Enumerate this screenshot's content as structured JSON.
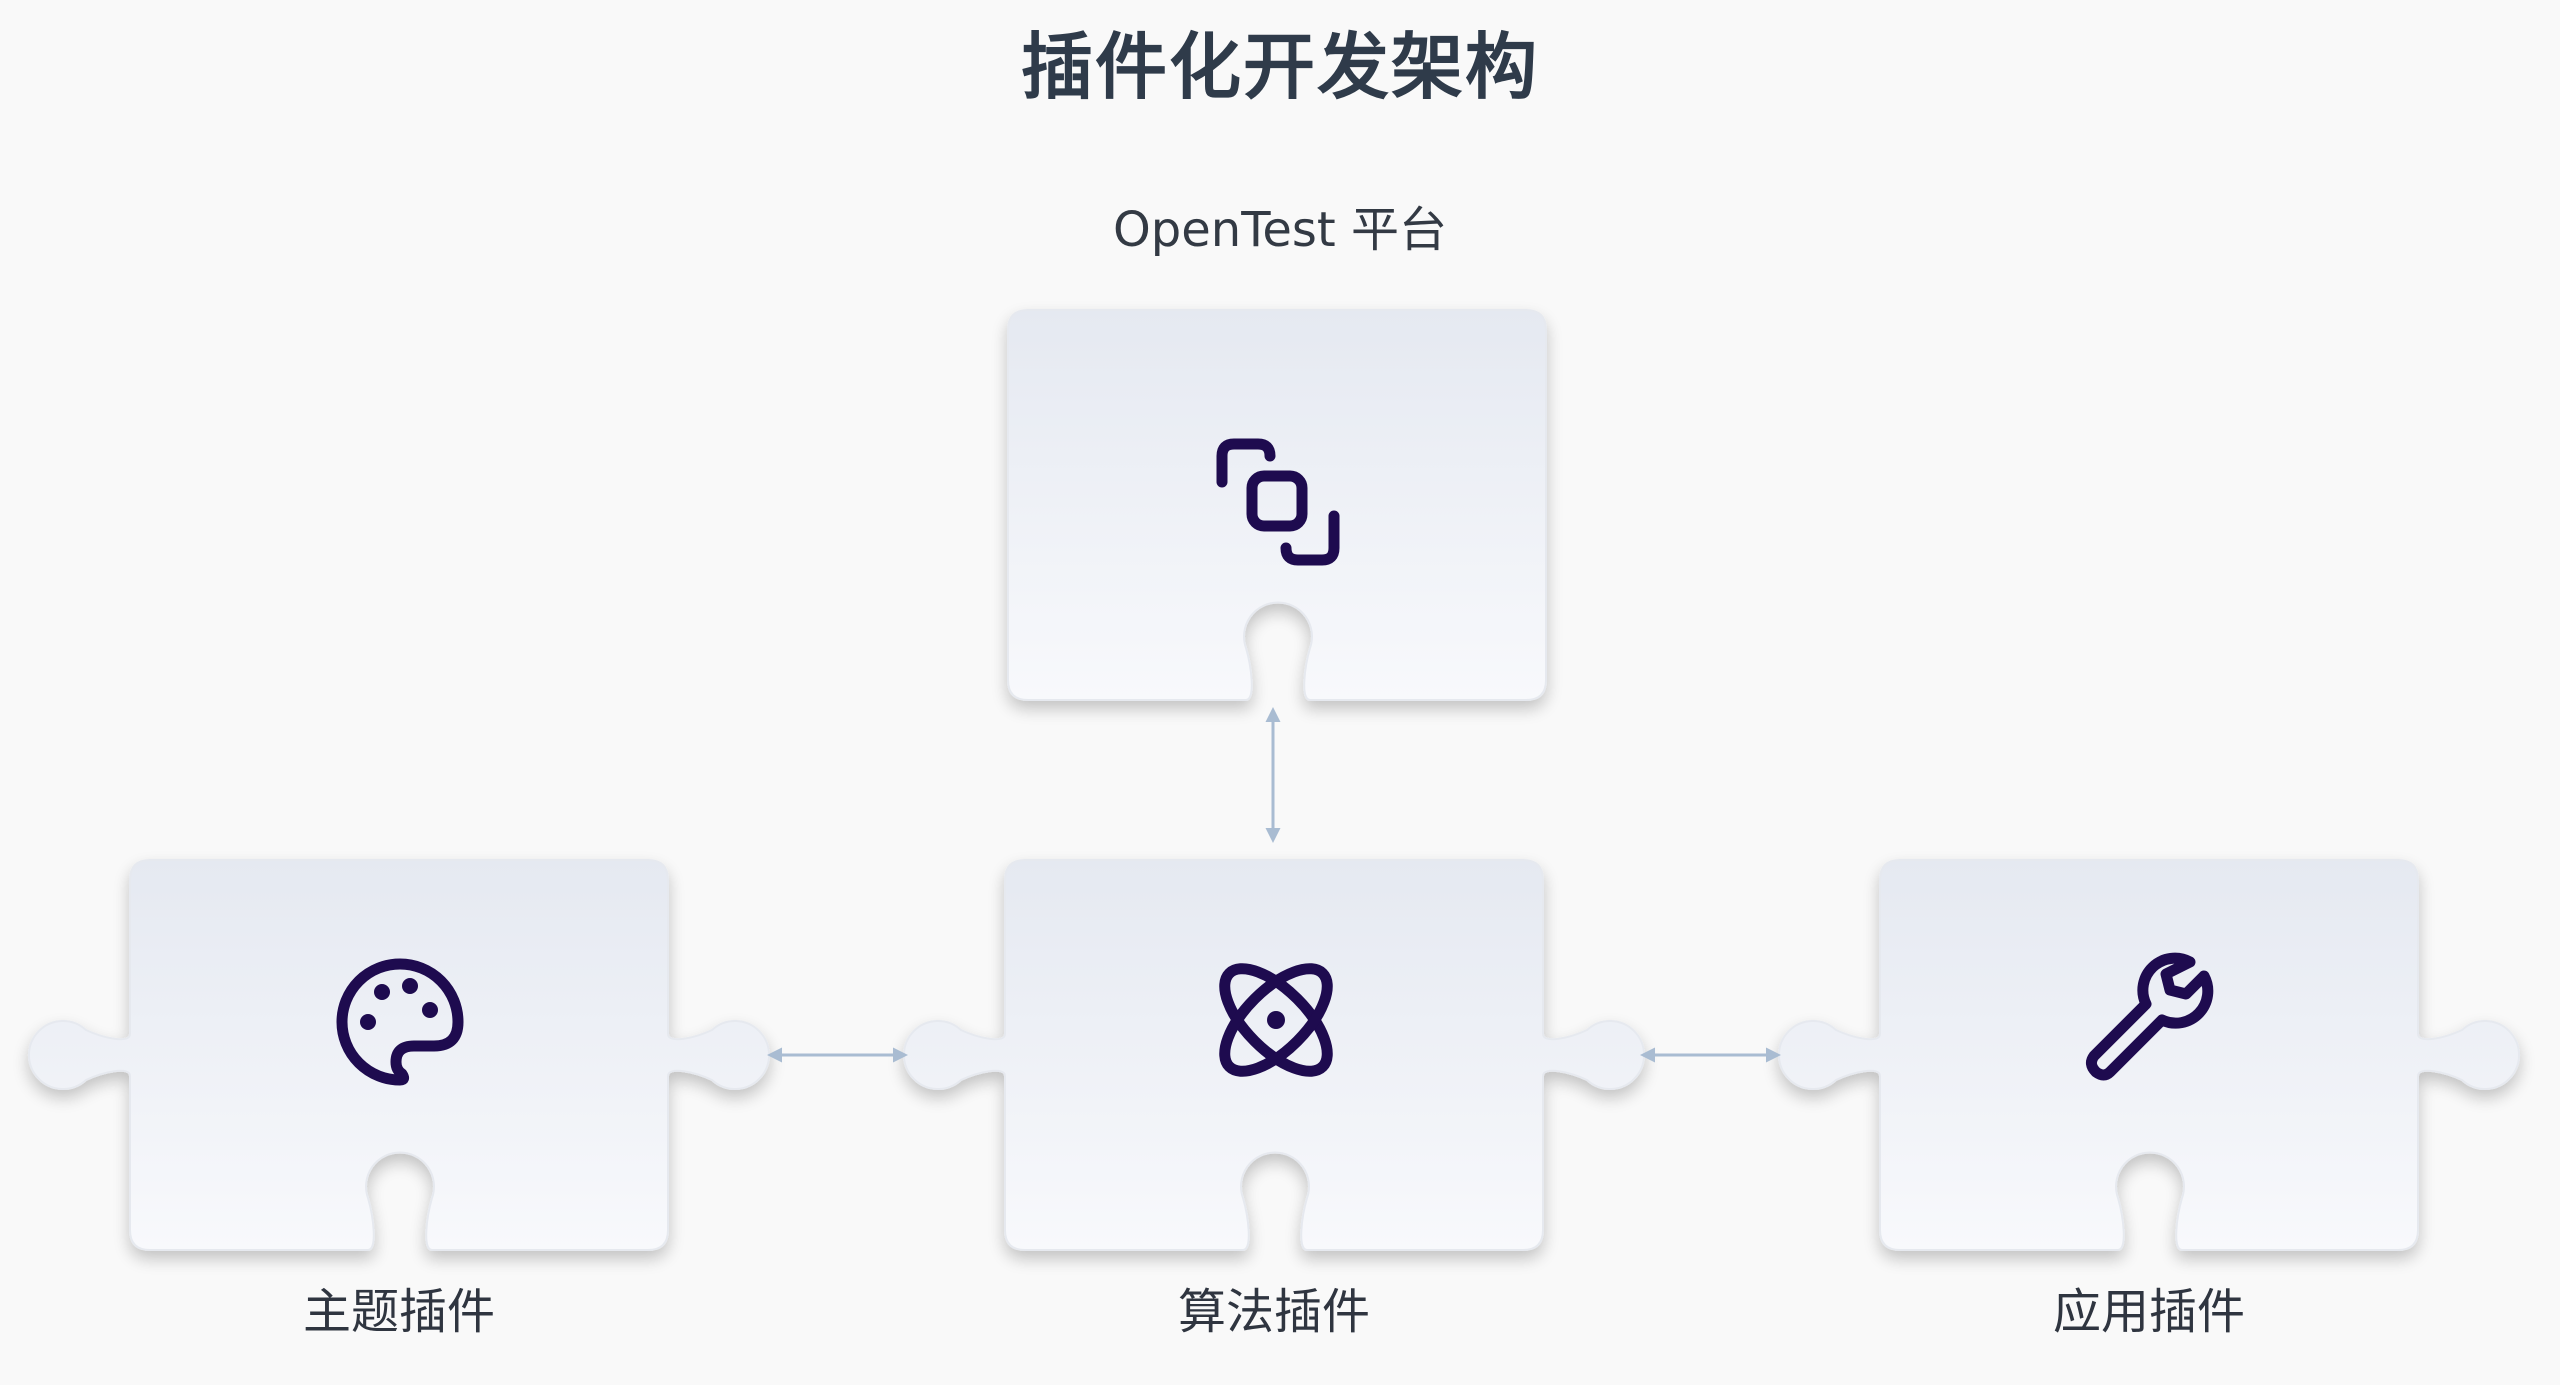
{
  "title": "插件化开发架构",
  "platform": {
    "label": "OpenTest 平台",
    "icon": "link-icon"
  },
  "plugins": [
    {
      "label": "主题插件",
      "icon": "palette-icon"
    },
    {
      "label": "算法插件",
      "icon": "atom-icon"
    },
    {
      "label": "应用插件",
      "icon": "wrench-icon"
    }
  ],
  "colors": {
    "background": "#f9f9f9",
    "title": "#2f3b4a",
    "icon": "#1e0b4f",
    "arrow": "#a9bcd2",
    "piece_top": "#e5e9f1",
    "piece_bottom": "#f8f9fc"
  }
}
